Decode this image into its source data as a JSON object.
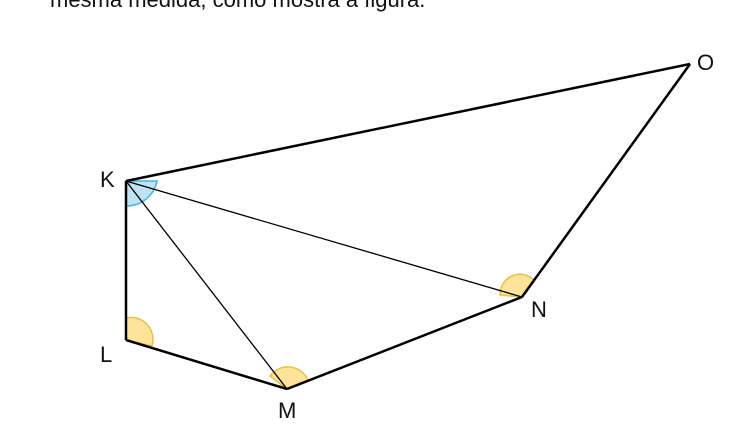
{
  "caption": "mesma medida, como mostra a figura.",
  "figure": {
    "vertex_labels": {
      "K": "K",
      "L": "L",
      "M": "M",
      "N": "N",
      "O": "O"
    },
    "colors": {
      "stroke": "#000000",
      "angle_yellow_fill": "#fde49a",
      "angle_yellow_stroke": "#e9c04b",
      "angle_blue_fill": "#bfe3f5",
      "angle_blue_stroke": "#4db1e0"
    }
  }
}
